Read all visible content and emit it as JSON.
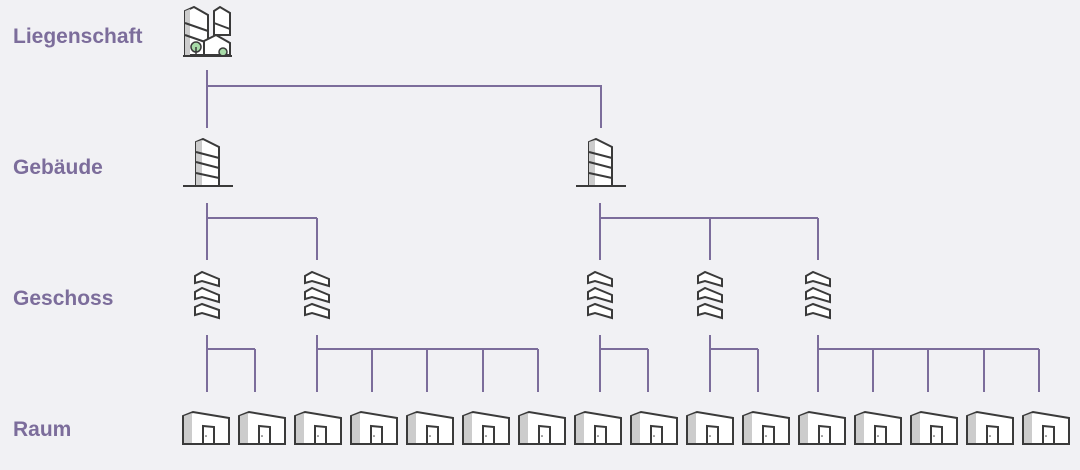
{
  "levels": [
    "Liegenschaft",
    "Gebäude",
    "Geschoss",
    "Raum"
  ],
  "structure": {
    "property": 1,
    "buildings": [
      {
        "floors_rooms": [
          2,
          5
        ]
      },
      {
        "floors_rooms": [
          2,
          2,
          5
        ]
      }
    ]
  },
  "colors": {
    "line": "#7c6d9b",
    "label": "#7c6d9b",
    "icon_stroke": "#3a3a3a",
    "tree": "#a8dba8"
  }
}
